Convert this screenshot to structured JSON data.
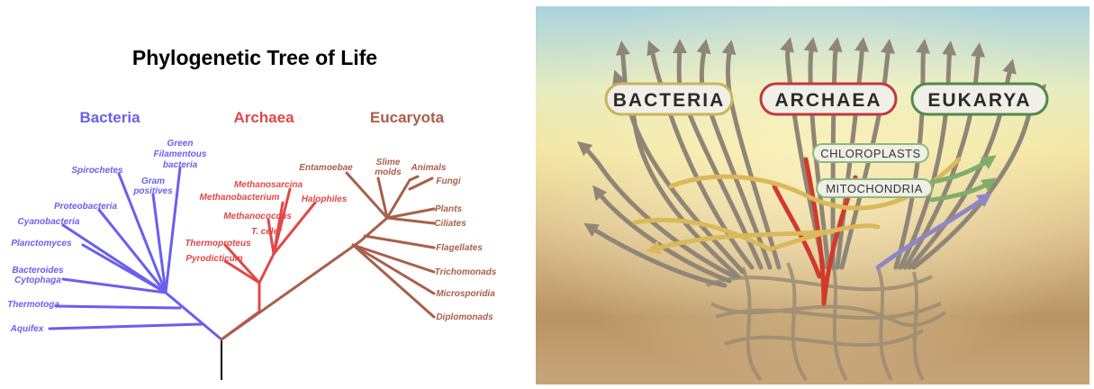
{
  "left_tree": {
    "title": "Phylogenetic Tree of Life",
    "colors": {
      "bacteria": "#6a5ef0",
      "archaea": "#e04848",
      "eucaryota": "#a8604a",
      "root": "#000000"
    },
    "domains": {
      "bacteria": "Bacteria",
      "archaea": "Archaea",
      "eucaryota": "Eucaryota"
    },
    "taxa": {
      "green_filamentous": [
        "Green",
        "Filamentous",
        "bacteria"
      ],
      "spirochetes": "Spirochetes",
      "gram_positives": [
        "Gram",
        "positives"
      ],
      "proteobacteria": "Proteobacteria",
      "cyanobacteria": "Cyanobacteria",
      "planctomyces": "Planctomyces",
      "bacteroides": [
        "Bacteroides",
        "Cytophaga"
      ],
      "thermotoga": "Thermotoga",
      "aquifex": "Aquifex",
      "methanosarcina": "Methanosarcina",
      "methanobacterium": "Methanobacterium",
      "methanococcus": "Methanococcus",
      "t_celer": "T. celer",
      "thermoproteus": "Thermoproteus",
      "pyrodicticum": "Pyrodicticum",
      "halophiles": "Halophiles",
      "entamoebae": "Entamoebae",
      "slime_molds": [
        "Slime",
        "molds"
      ],
      "animals": "Animals",
      "fungi": "Fungi",
      "plants": "Plants",
      "ciliates": "Ciliates",
      "flagellates": "Flagellates",
      "trichomonads": "Trichomonads",
      "microsporidia": "Microsporidia",
      "diplomonads": "Diplomonads"
    }
  },
  "right_tree": {
    "badges": {
      "bacteria": "BACTERIA",
      "archaea": "ARCHAEA",
      "eukarya": "EUKARYA"
    },
    "badge_colors": {
      "bacteria": "#c9b45a",
      "archaea": "#c0393b",
      "eukarya": "#4f8a4a"
    },
    "organelles": {
      "chloroplasts": "CHLOROPLASTS",
      "mitochondria": "MITOCHONDRIA"
    }
  }
}
